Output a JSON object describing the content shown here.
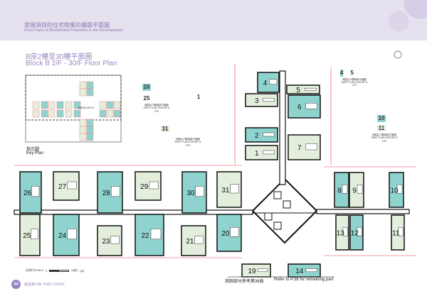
{
  "header": {
    "title_zh": "發展項目的住宅物業的樓面平面圖",
    "title_en": "Floor Plans of Residential Properties in the Development"
  },
  "plan": {
    "title_zh": "B座2樓至30樓平面圖",
    "title_en": "Block B 2/F - 30/F Floor Plan"
  },
  "key_plan": {
    "label_zh": "指示圖",
    "label_en": "Key Plan",
    "block_label": "B座 BLOCK B"
  },
  "scale": {
    "label": "比例尺SCALE",
    "start": "0",
    "end": "5(米)",
    "unit": "(M)"
  },
  "part_plans": [
    {
      "units": [
        "26",
        "25"
      ],
      "caption": "8樓及17樓局部平面圖 PART PLAN FOR 8/F & 17/F"
    },
    {
      "units": [
        "1",
        "31"
      ],
      "caption": "8樓及17樓局部平面圖 PART PLAN FOR 8/F & 17/F"
    },
    {
      "units": [
        "4",
        "5"
      ],
      "caption": "8樓及17樓局部平面圖 PART PLAN FOR 8/F & 17/F"
    },
    {
      "units": [
        "10",
        "11"
      ],
      "caption": "8樓及17樓局部平面圖 PART PLAN FOR 8/F & 17/F"
    }
  ],
  "units": [
    {
      "no": "26",
      "c": "teal"
    },
    {
      "no": "27",
      "c": "light"
    },
    {
      "no": "28",
      "c": "teal"
    },
    {
      "no": "29",
      "c": "light"
    },
    {
      "no": "30",
      "c": "teal"
    },
    {
      "no": "31",
      "c": "light"
    },
    {
      "no": "25",
      "c": "light"
    },
    {
      "no": "24",
      "c": "teal"
    },
    {
      "no": "23",
      "c": "light"
    },
    {
      "no": "22",
      "c": "teal"
    },
    {
      "no": "21",
      "c": "light"
    },
    {
      "no": "20",
      "c": "teal"
    },
    {
      "no": "8",
      "c": "teal"
    },
    {
      "no": "9",
      "c": "light"
    },
    {
      "no": "10",
      "c": "teal"
    },
    {
      "no": "13",
      "c": "light"
    },
    {
      "no": "12",
      "c": "teal"
    },
    {
      "no": "11",
      "c": "light"
    },
    {
      "no": "4",
      "c": "teal"
    },
    {
      "no": "5",
      "c": "light"
    },
    {
      "no": "3",
      "c": "light"
    },
    {
      "no": "6",
      "c": "teal"
    },
    {
      "no": "2",
      "c": "teal"
    },
    {
      "no": "1",
      "c": "light"
    },
    {
      "no": "7",
      "c": "light"
    },
    {
      "no": "19",
      "c": "light"
    },
    {
      "no": "14",
      "c": "teal"
    }
  ],
  "colors": {
    "teal": "#8fd3cf",
    "light": "#e3efdc",
    "accent": "#9483bd",
    "dims": "#e8404a"
  },
  "footer": {
    "page": "34",
    "brand": "啟盈苑 KAI YING COURT",
    "note_zh": "其餘部分參考第36頁",
    "note_en": "Refer to P.36 for remaining part"
  }
}
